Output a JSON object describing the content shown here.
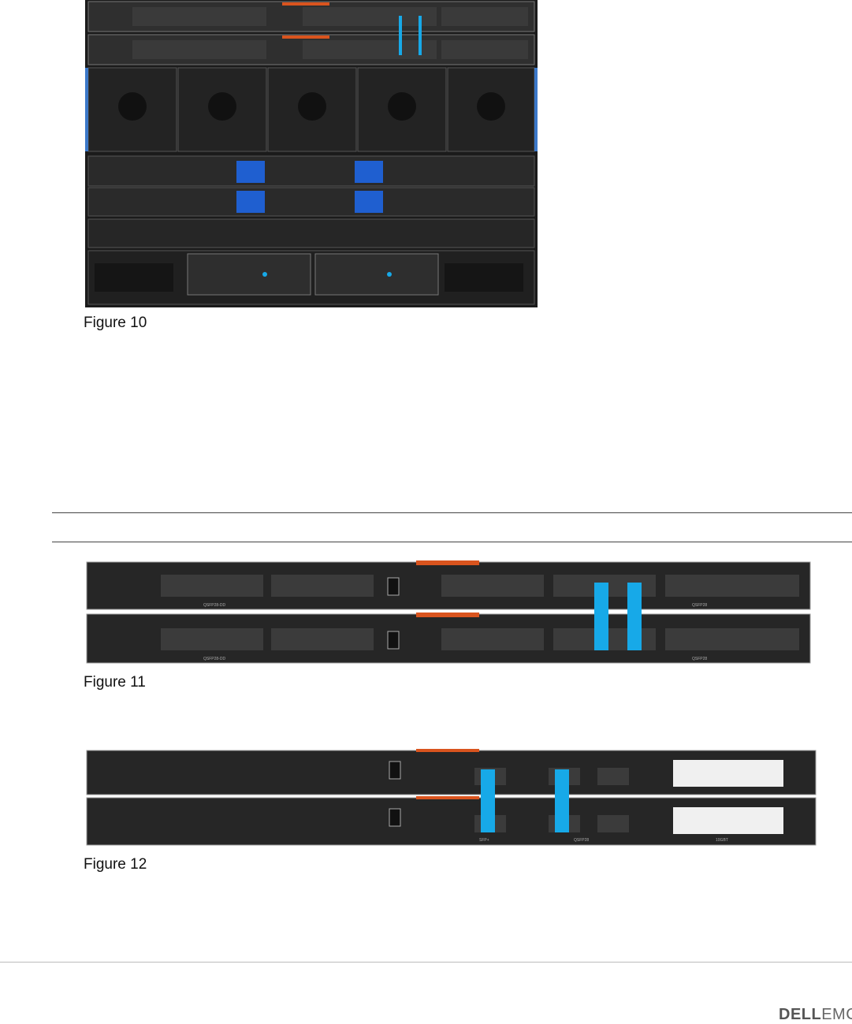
{
  "figures": [
    {
      "caption": "Figure 10"
    },
    {
      "caption": "Figure 11"
    },
    {
      "caption": "Figure 12"
    }
  ],
  "footer": {
    "logo_bold": "DELL",
    "logo_light": "EMC"
  },
  "colors": {
    "link_cable": "#17a9e8",
    "chassis": "#2b2b2b",
    "port_led": "#6fd14a",
    "accent_orange": "#d9541e",
    "handle_blue": "#1f5fd0"
  },
  "port_labels": {
    "qsfp28_dd": "QSFP28-DD",
    "qsfp28": "QSFP28",
    "sfp_plus": "SFP+",
    "rj45": "10GBT"
  }
}
